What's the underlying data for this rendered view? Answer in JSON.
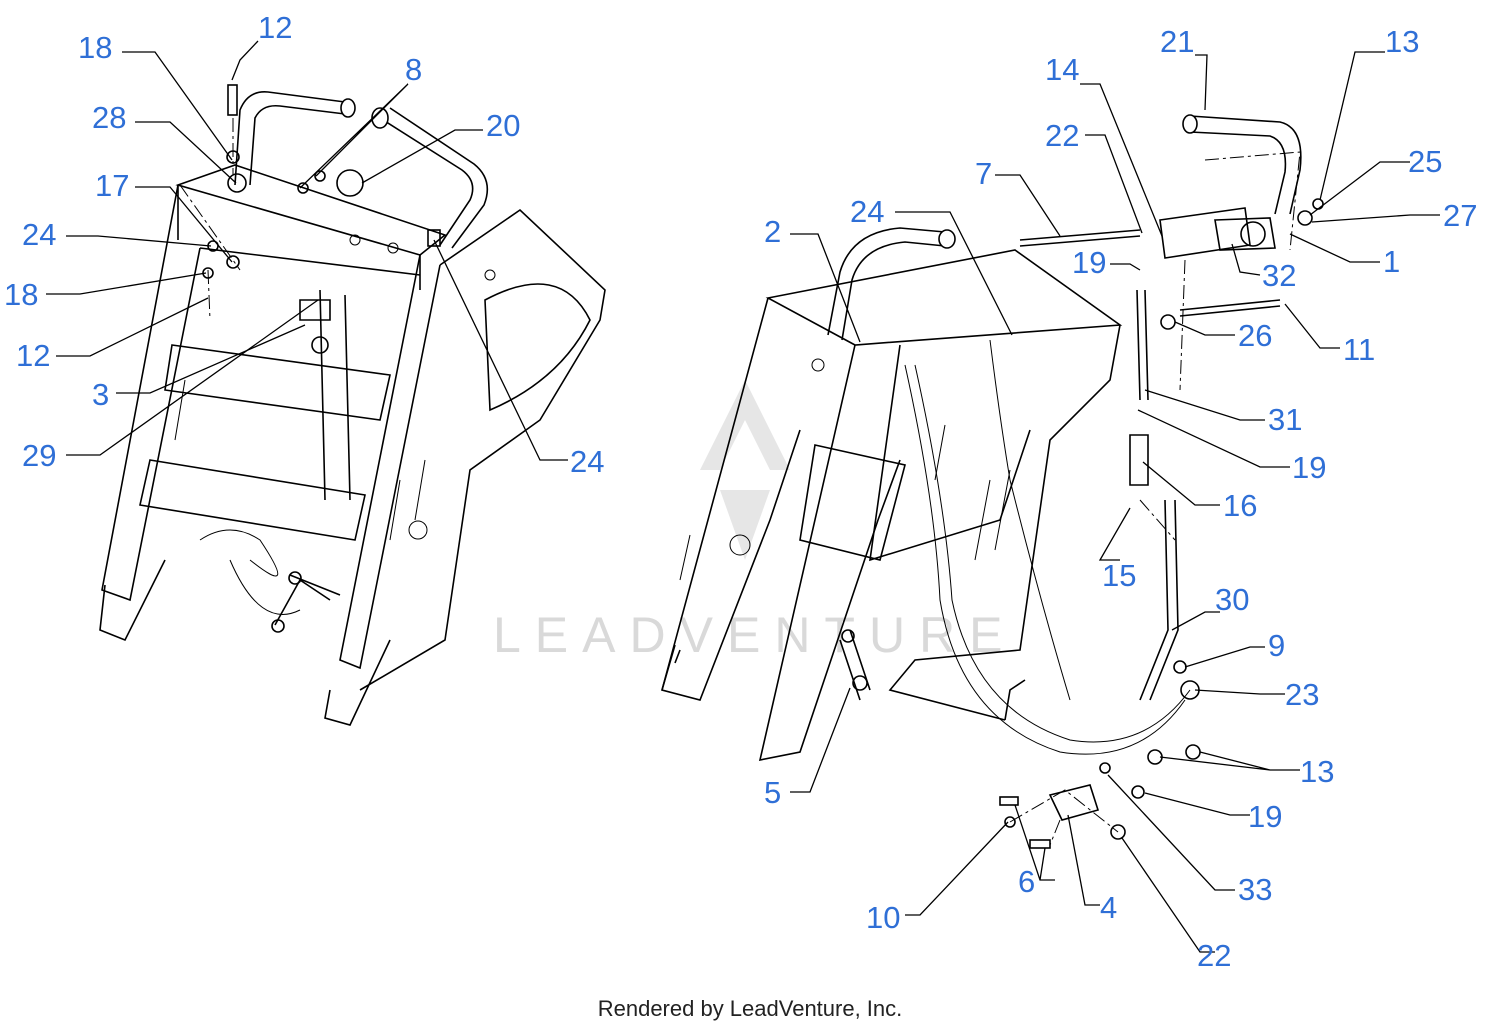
{
  "watermark": "LEADVENTURE",
  "credit": "Rendered by LeadVenture, Inc.",
  "callout_color": "#2f6fd6",
  "left_view": {
    "callouts": [
      "18",
      "12",
      "28",
      "8",
      "20",
      "17",
      "24",
      "18",
      "12",
      "3",
      "29",
      "24"
    ]
  },
  "right_view": {
    "callouts": [
      "21",
      "13",
      "14",
      "22",
      "25",
      "7",
      "27",
      "24",
      "2",
      "19",
      "1",
      "32",
      "26",
      "11",
      "31",
      "19",
      "16",
      "15",
      "30",
      "9",
      "23",
      "5",
      "13",
      "19",
      "6",
      "10",
      "4",
      "33",
      "22"
    ]
  }
}
